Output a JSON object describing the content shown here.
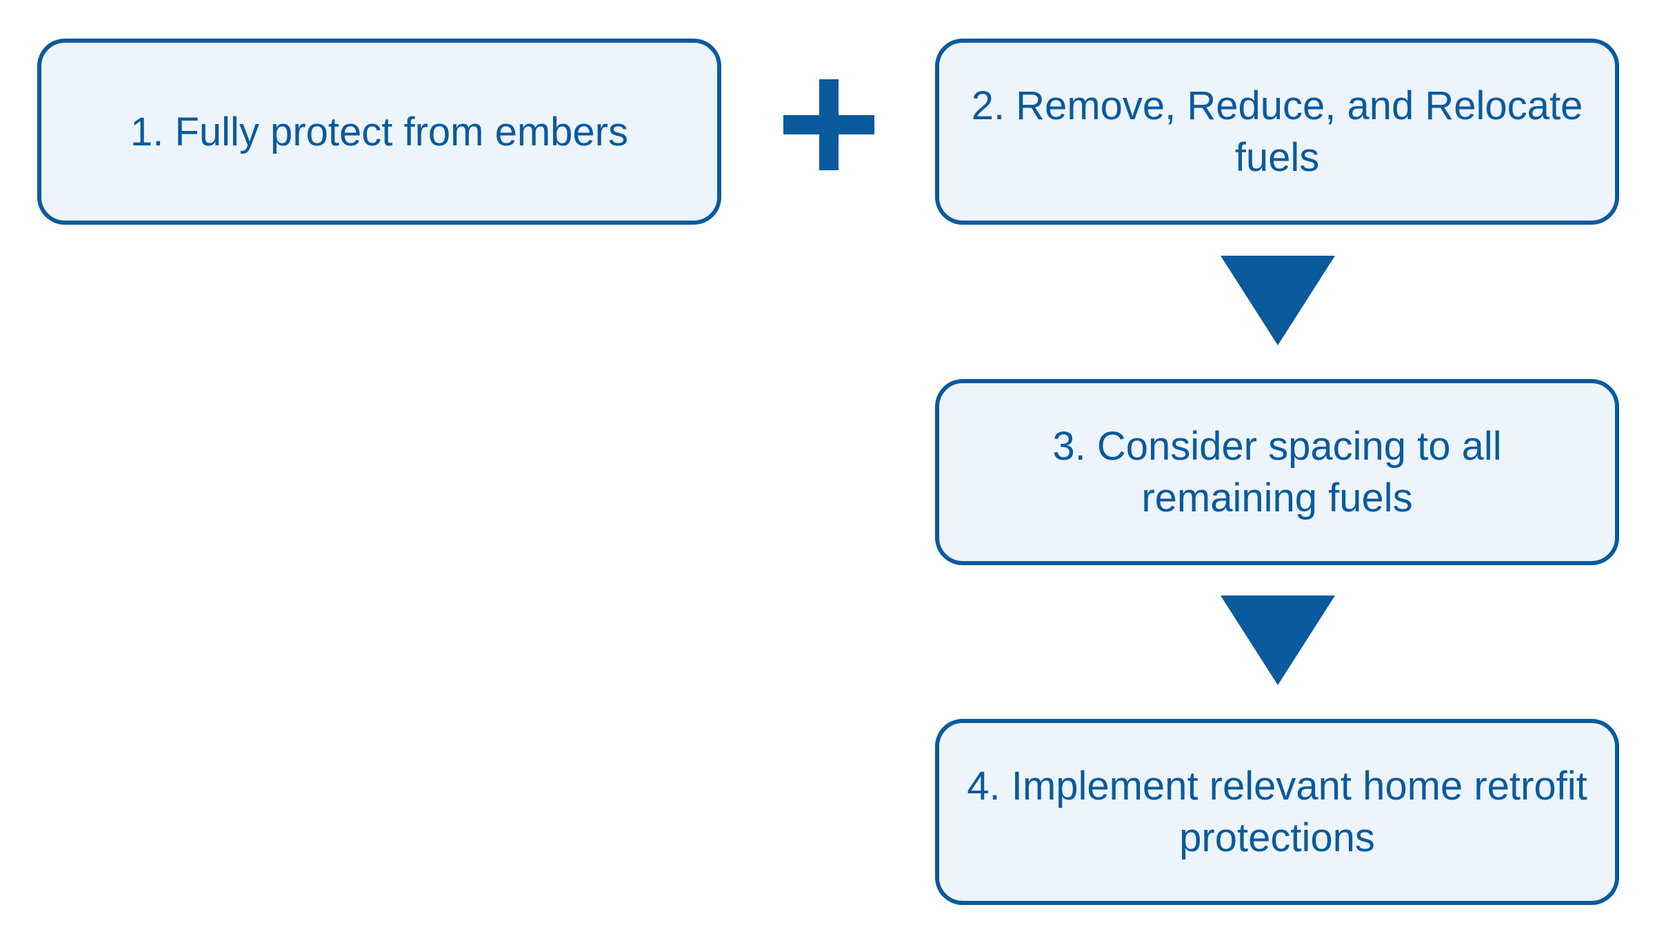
{
  "diagram": {
    "steps": [
      {
        "label": "1. Fully protect from embers"
      },
      {
        "label": "2. Remove, Reduce, and Relocate fuels"
      },
      {
        "label": "3. Consider spacing to all remaining fuels"
      },
      {
        "label": "4. Implement relevant home retrofit protections"
      }
    ],
    "connectors": [
      {
        "from": 1,
        "to": 2,
        "symbol": "plus-icon"
      },
      {
        "from": 2,
        "to": 3,
        "symbol": "down-arrow-icon"
      },
      {
        "from": 3,
        "to": 4,
        "symbol": "down-arrow-icon"
      }
    ],
    "colors": {
      "accent": "#0a5a9c",
      "box_fill": "#edf4fb",
      "background": "#ffffff"
    }
  }
}
